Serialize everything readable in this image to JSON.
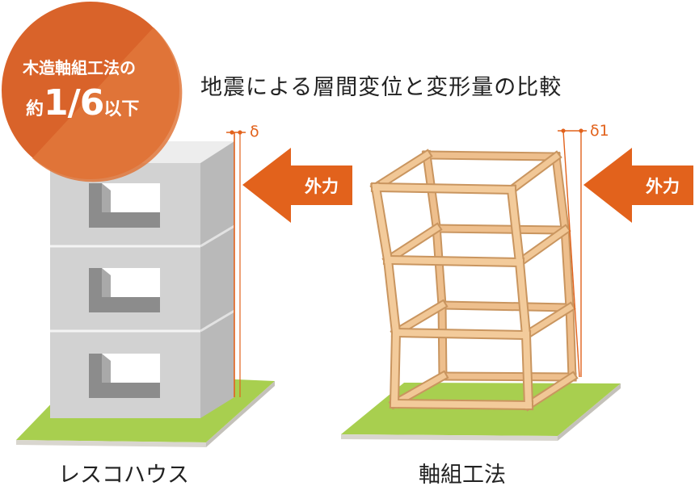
{
  "title": "地震による層間変位と変形量の比較",
  "badge": {
    "line1": "木造軸組工法の",
    "line2_prefix": "約",
    "line2_value": "1/6",
    "line2_suffix": "以下",
    "color": "#d9632a"
  },
  "left": {
    "caption": "レスコハウス",
    "force_label": "外力",
    "delta_label": "δ"
  },
  "right": {
    "caption": "軸組工法",
    "force_label": "外力",
    "delta_label": "δ1"
  },
  "colors": {
    "arrow": "#e2621c",
    "ground": "#a8cf4f",
    "concrete": "#d4d4d4",
    "timber": "#e9b986"
  }
}
